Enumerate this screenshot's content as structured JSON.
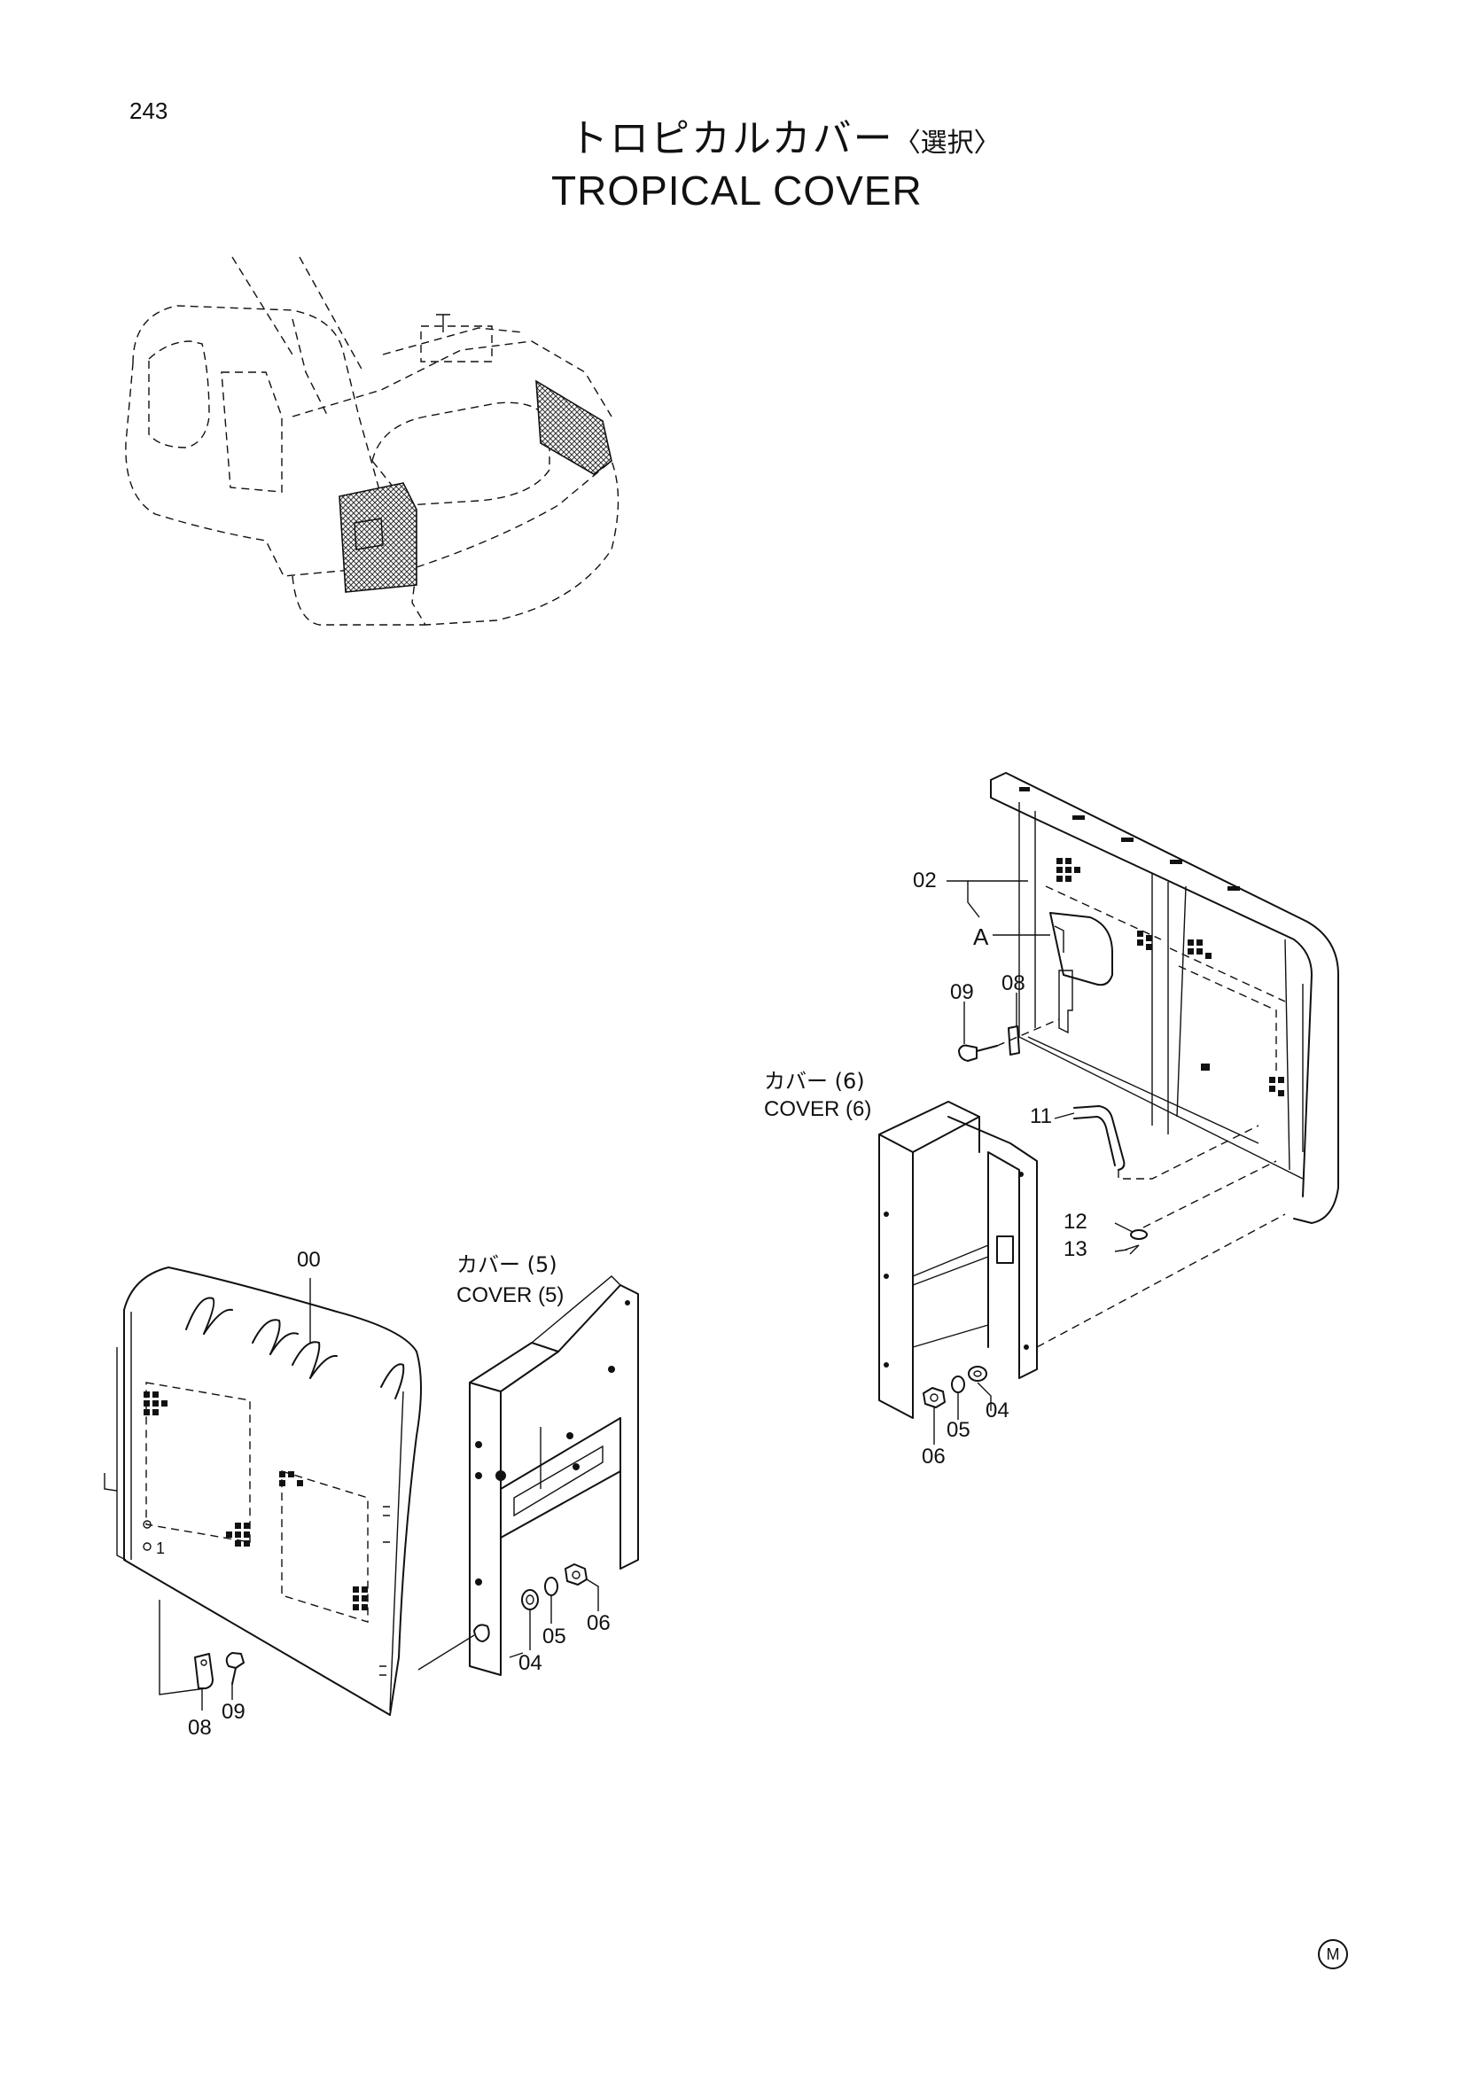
{
  "page_number": "243",
  "title_jp": "トロピカルカバー",
  "title_jp_option": "〈選択〉",
  "title_en": "TROPICAL COVER",
  "callouts": {
    "c00": "00",
    "c02": "02",
    "cA": "A",
    "c08_right": "08",
    "c09_right": "09",
    "c11": "11",
    "c12": "12",
    "c13": "13",
    "c04_right": "04",
    "c05_right": "05",
    "c06_right": "06",
    "c04_left": "04",
    "c05_left": "05",
    "c06_left": "06",
    "c08_left": "08",
    "c09_left": "09"
  },
  "cover5_jp": "カバー (5)",
  "cover5_en": "COVER (5)",
  "cover6_jp": "カバー (6)",
  "cover6_en": "COVER (6)",
  "marker_1": "1",
  "m_mark": "M"
}
